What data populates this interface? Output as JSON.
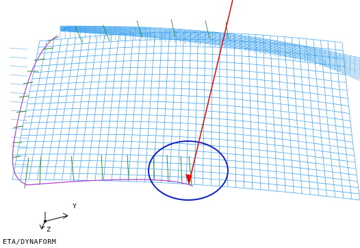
{
  "viewport": {
    "triad": {
      "y_label": "Y",
      "z_label": "Z"
    },
    "brand": "ETA/DYNAFORM",
    "colors": {
      "background": "#ffffff",
      "mesh": "#3aa0ee",
      "boundary": "#b040d0",
      "draw_edges": "#1a8a1a",
      "normal_vector": "#e01010",
      "selection_circle": "#1020c0",
      "triad": "#000000"
    },
    "icons": {
      "triad": "coordinate-triad-icon",
      "normal": "normal-arrow-icon"
    }
  }
}
